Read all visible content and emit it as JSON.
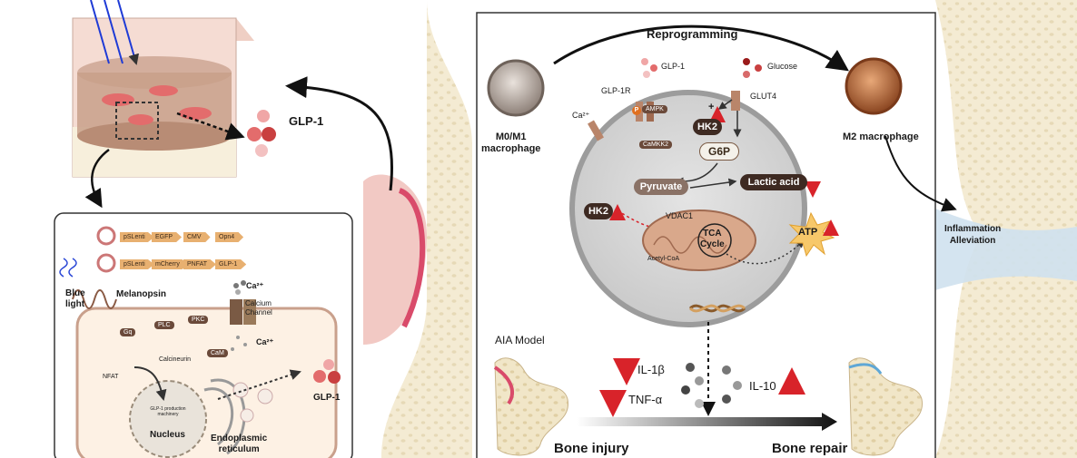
{
  "colors": {
    "cream_bone": "#f3ead2",
    "brown_dark": "#4a2c20",
    "red_arrow": "#e0233a",
    "cell_gray": "#d8d8d8",
    "skin_pink": "#f0c8c0",
    "m2_orange": "#b5643a"
  },
  "left_panel": {
    "glp1_label": "GLP-1",
    "plasmid_row1": [
      "pSLenti",
      "EGFP",
      "CMV",
      "Opn4"
    ],
    "plasmid_row2": [
      "pSLenti",
      "mCherry",
      "PNFAT",
      "GLP-1"
    ],
    "blue_light": "Blue\nlight",
    "melanopsin": "Melanopsin",
    "calcium_channel": "Calcium\nChannel",
    "ca_top": "Ca²⁺",
    "ca_mid": "Ca²⁺",
    "plc": "PLC",
    "pkc": "PKC",
    "gq": "Gq",
    "cam": "CaM",
    "calcineurin": "Calcineurin",
    "nfat": "NFAT",
    "machinery": "GLP-1 production machinery",
    "nucleus": "Nucleus",
    "er": "Endoplasmic\nreticulum",
    "glp1_out": "GLP-1"
  },
  "right_panel": {
    "reprogramming": "Reprogramming",
    "m0m1": "M0/M1\nmacrophage",
    "m2": "M2 macrophage",
    "glp1": "GLP-1",
    "glucose": "Glucose",
    "glp1r": "GLP-1R",
    "glut4": "GLUT4",
    "ca": "Ca²⁺",
    "ampk": "AMPK",
    "camkk2": "CaMKK2",
    "hk2_top": "HK2",
    "g6p": "G6P",
    "pyruvate": "Pyruvate",
    "lactic": "Lactic acid",
    "hk2_left": "HK2",
    "vdac1": "VDAC1",
    "tca": "TCA\nCycle",
    "acetyl": "Acetyl-CoA",
    "atp": "ATP",
    "p": "P",
    "plus": "+",
    "aia": "AIA Model",
    "il1b": "IL-1β",
    "tnfa": "TNF-α",
    "il10": "IL-10",
    "bone_injury": "Bone injury",
    "bone_repair": "Bone repair",
    "inflammation": "Inflammation\nAlleviation"
  }
}
